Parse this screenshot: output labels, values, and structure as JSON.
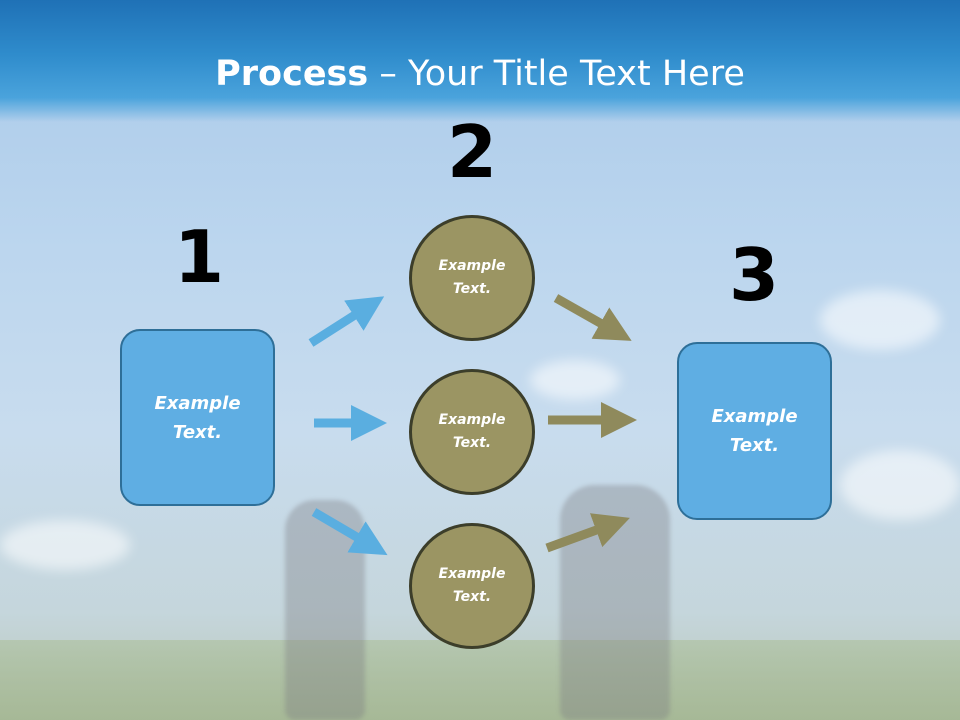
{
  "slide": {
    "title_bold": "Process",
    "title_rest": " – Your Title Text Here",
    "steps": [
      {
        "number": "1",
        "label": "Example\nText."
      },
      {
        "number": "2",
        "label": "Example\nText."
      },
      {
        "number": "3",
        "label": "Example\nText."
      }
    ],
    "circles": [
      {
        "label": "Example\nText."
      },
      {
        "label": "Example\nText."
      },
      {
        "label": "Example\nText."
      }
    ]
  },
  "colors": {
    "box_fill": "#5faee3",
    "circle_fill": "#9b9563",
    "blue_arrow": "#5aaee0",
    "olive_arrow": "#8f8a5c",
    "header": "#2f8ccc"
  }
}
